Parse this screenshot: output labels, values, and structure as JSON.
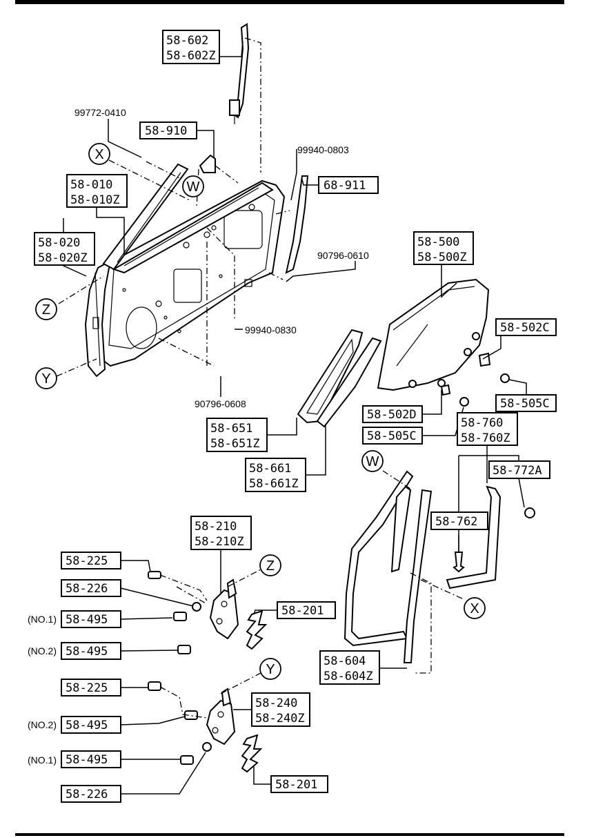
{
  "labels": {
    "l58_602": "58-602",
    "l58_602z": "58-602Z",
    "l99772": "99772-0410",
    "l58_910": "58-910",
    "l99940_0803": "99940-0803",
    "l68_911": "68-911",
    "l58_010": "58-010",
    "l58_010z": "58-010Z",
    "l58_020": "58-020",
    "l58_020z": "58-020Z",
    "l90796_0610": "90796-0610",
    "l58_500": "58-500",
    "l58_500z": "58-500Z",
    "l58_502c": "58-502C",
    "l99940_0830": "99940-0830",
    "l90796_0608": "90796-0608",
    "l58_505c_r": "58-505C",
    "l58_502d": "58-502D",
    "l58_505c_l": "58-505C",
    "l58_651": "58-651",
    "l58_651z": "58-651Z",
    "l58_760": "58-760",
    "l58_760z": "58-760Z",
    "l58_661": "58-661",
    "l58_661z": "58-661Z",
    "l58_772a": "58-772A",
    "l58_762": "58-762",
    "l58_210": "58-210",
    "l58_210z": "58-210Z",
    "l58_225_a": "58-225",
    "l58_226_a": "58-226",
    "l58_495_no1a": "58-495",
    "l58_201_a": "58-201",
    "l58_495_no2a": "58-495",
    "l58_604": "58-604",
    "l58_604z": "58-604Z",
    "l58_225_b": "58-225",
    "l58_240": "58-240",
    "l58_240z": "58-240Z",
    "l58_495_no2b": "58-495",
    "l58_495_no1b": "58-495",
    "l58_226_b": "58-226",
    "l58_201_b": "58-201"
  },
  "qualifiers": {
    "no1_a": "(NO.1)",
    "no2_a": "(NO.2)",
    "no2_b": "(NO.2)",
    "no1_b": "(NO.1)"
  },
  "refs": {
    "x1": "X",
    "w1": "W",
    "z1": "Z",
    "y1": "Y",
    "w2": "W",
    "x2": "X",
    "z2": "Z",
    "y2": "Y"
  },
  "colors": {
    "ink": "#000000",
    "paper": "#ffffff"
  }
}
